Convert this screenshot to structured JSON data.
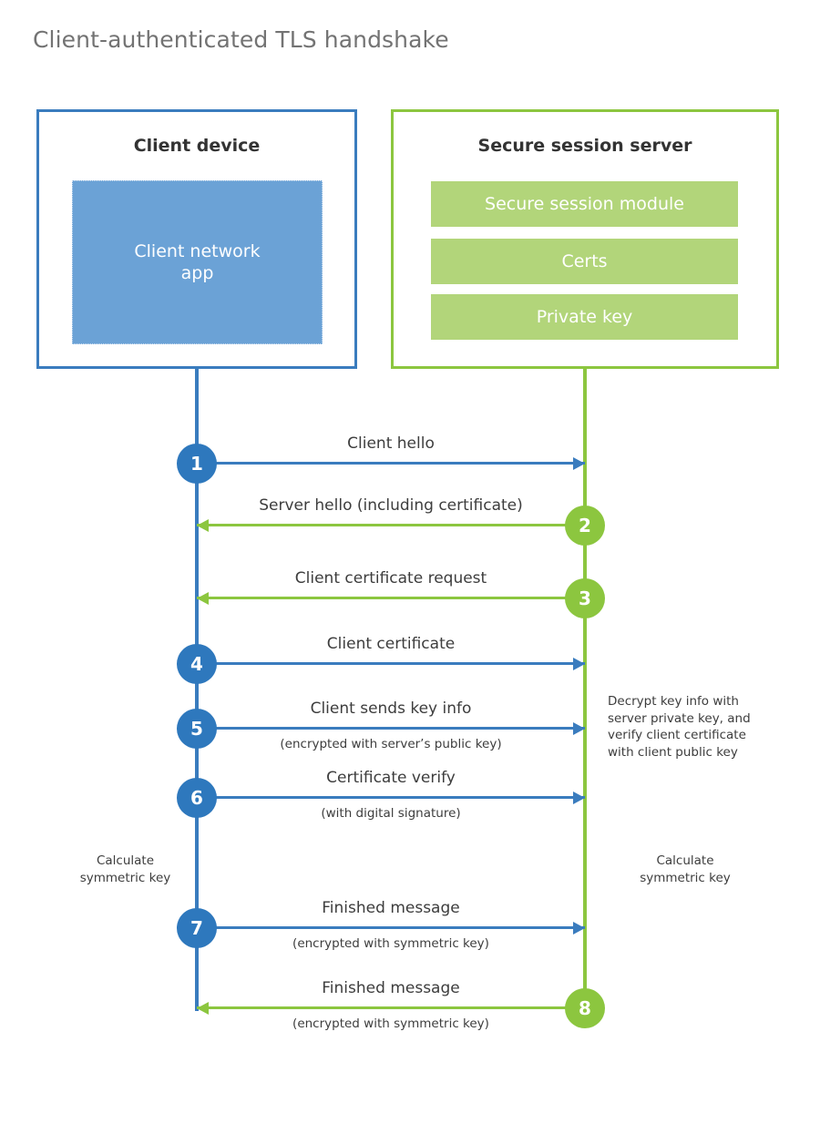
{
  "title": "Client-authenticated TLS handshake",
  "colors": {
    "client_blue": "#3a7cbe",
    "client_circle_blue": "#2e78bd",
    "client_app_fill": "#6ba2d6",
    "server_green": "#8cc63f",
    "server_bar_fill": "#b2d57a",
    "text_dark": "#3d3d3d",
    "title_gray": "#737373",
    "background": "#ffffff"
  },
  "actors": {
    "client": {
      "title": "Client device",
      "block_label": "Client network\napp"
    },
    "server": {
      "title": "Secure session server",
      "bars": [
        {
          "label": "Secure session module"
        },
        {
          "label": "Certs"
        },
        {
          "label": "Private key"
        }
      ]
    }
  },
  "messages": [
    {
      "step": "1",
      "label": "Client hello",
      "sublabel": "",
      "direction": "client-to-server",
      "color": "blue"
    },
    {
      "step": "2",
      "label": "Server hello (including certificate)",
      "sublabel": "",
      "direction": "server-to-client",
      "color": "green"
    },
    {
      "step": "3",
      "label": "Client certificate request",
      "sublabel": "",
      "direction": "server-to-client",
      "color": "green"
    },
    {
      "step": "4",
      "label": "Client certificate",
      "sublabel": "",
      "direction": "client-to-server",
      "color": "blue"
    },
    {
      "step": "5",
      "label": "Client sends key info",
      "sublabel": "(encrypted with server’s public key)",
      "direction": "client-to-server",
      "color": "blue"
    },
    {
      "step": "6",
      "label": "Certificate verify",
      "sublabel": "(with digital signature)",
      "direction": "client-to-server",
      "color": "blue"
    },
    {
      "step": "7",
      "label": "Finished message",
      "sublabel": "(encrypted with symmetric key)",
      "direction": "client-to-server",
      "color": "blue"
    },
    {
      "step": "8",
      "label": "Finished message",
      "sublabel": "(encrypted with symmetric key)",
      "direction": "server-to-client",
      "color": "green"
    }
  ],
  "notes": {
    "server_decrypt": "Decrypt key info with server private key, and verify client certificate with client public key",
    "calculate_symmetric_key_client": "Calculate\nsymmetric key",
    "calculate_symmetric_key_server": "Calculate\nsymmetric key"
  }
}
